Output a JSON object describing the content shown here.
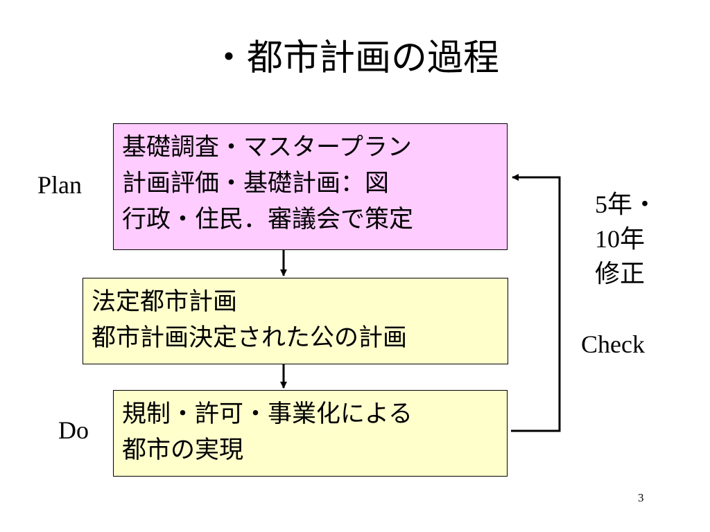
{
  "title": "・都市計画の過程",
  "colors": {
    "plan_fill": "#FFCCFF",
    "legal_fill": "#FFFFCC",
    "do_fill": "#FFFFCC"
  },
  "boxes": {
    "plan": {
      "lines": [
        "基礎調査・マスタープラン",
        "計画評価・基礎計画：図",
        "行政・住民．審議会で策定"
      ]
    },
    "legal": {
      "lines": [
        "法定都市計画",
        "都市計画決定された公の計画"
      ]
    },
    "do": {
      "lines": [
        "規制・許可・事業化による",
        "都市の実現"
      ]
    }
  },
  "labels": {
    "plan": "Plan",
    "do": "Do",
    "check": "Check"
  },
  "revision": {
    "lines": [
      "5年・",
      "10年",
      "修正"
    ]
  },
  "page_number": "3"
}
